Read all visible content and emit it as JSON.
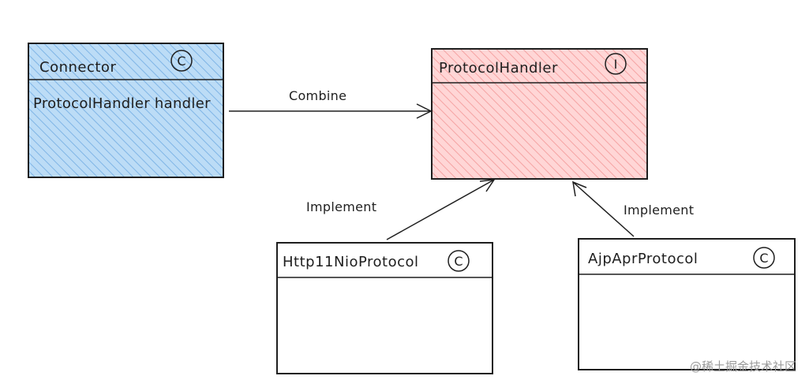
{
  "colors": {
    "stroke": "#1e1e1e",
    "connector_fill": "#a5d0f5",
    "protocolhandler_fill": "#ffc9c9",
    "plain_fill": "#ffffff",
    "watermark": "#9a9a9a"
  },
  "boxes": {
    "connector": {
      "title": "Connector",
      "badge": "C",
      "field": "ProtocolHandler handler"
    },
    "protocol_handler": {
      "title": "ProtocolHandler",
      "badge": "I"
    },
    "http11_nio_protocol": {
      "title": "Http11NioProtocol",
      "badge": "C"
    },
    "ajp_apr_protocol": {
      "title": "AjpAprProtocol",
      "badge": "C"
    }
  },
  "edges": {
    "combine": {
      "label": "Combine"
    },
    "implement_http": {
      "label": "Implement"
    },
    "implement_ajp": {
      "label": "Implement"
    }
  },
  "watermark": "@稀土掘金技术社区"
}
